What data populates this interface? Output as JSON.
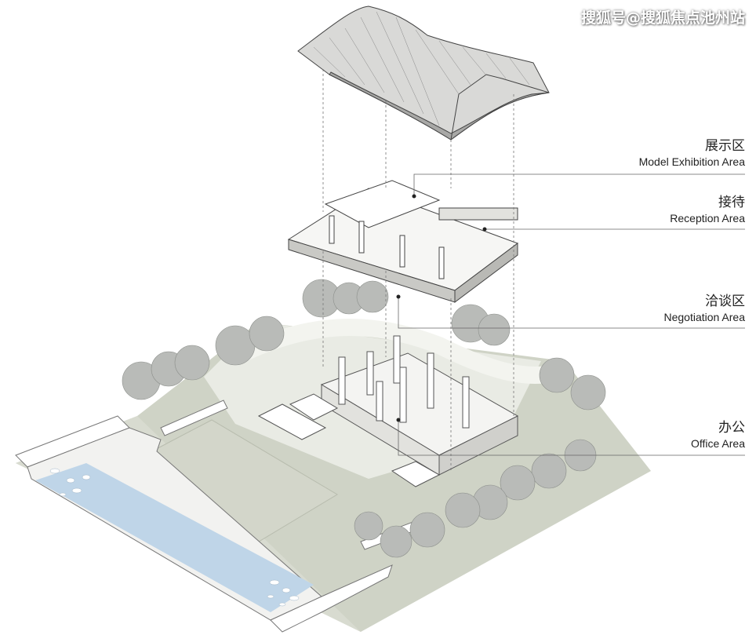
{
  "watermark": "搜狐号@搜狐焦点池州站",
  "labels": [
    {
      "zh": "展示区",
      "en": "Model Exhibition Area"
    },
    {
      "zh": "接待",
      "en": "Reception Area"
    },
    {
      "zh": "洽谈区",
      "en": "Negotiation Area"
    },
    {
      "zh": "办公",
      "en": "Office Area"
    }
  ],
  "colors": {
    "ground": "#cfd3c6",
    "lawn": "#d6d9cd",
    "plaza": "#eef0ea",
    "water": "#bfd5e8",
    "tree": "#b9bbb8",
    "line": "#555555"
  }
}
